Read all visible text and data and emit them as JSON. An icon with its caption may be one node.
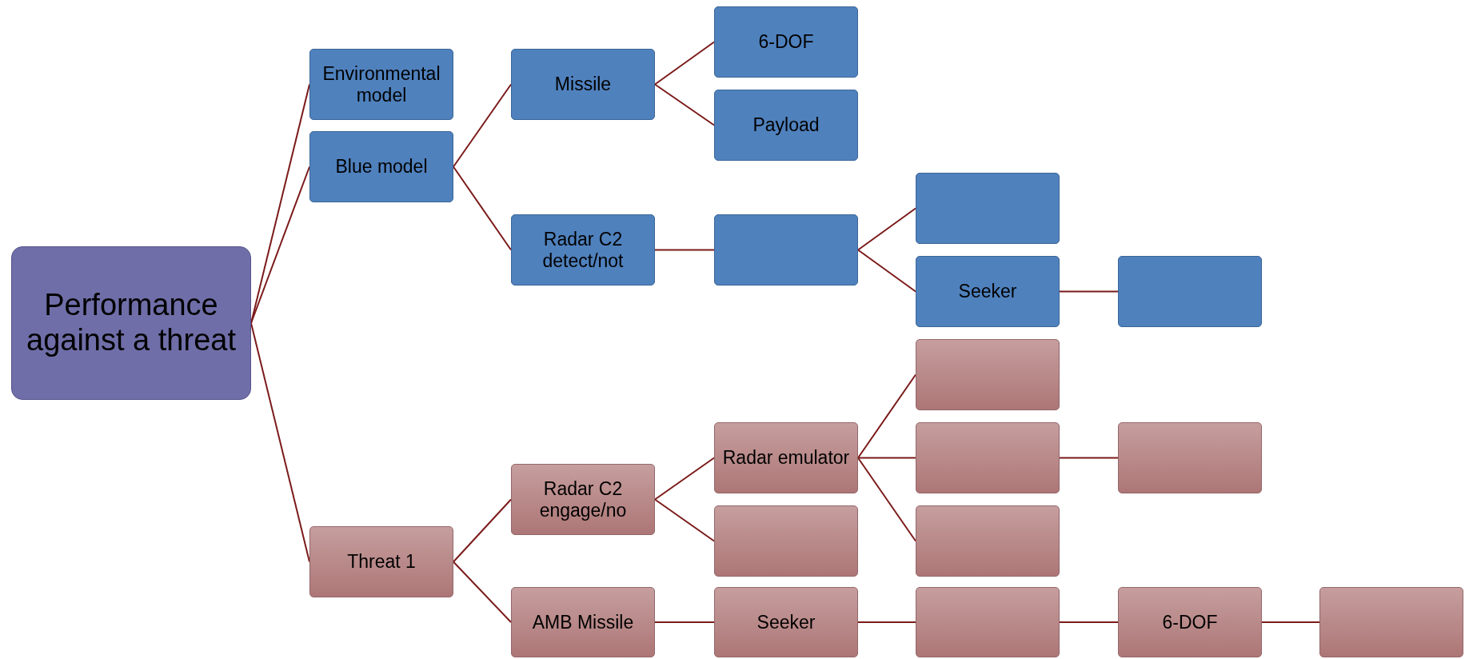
{
  "diagram": {
    "nodes": [
      {
        "text": [
          "Performance against a threat"
        ]
      },
      {
        "text": [
          "Environmental model"
        ]
      },
      {
        "text": [
          "Blue model"
        ]
      },
      {
        "text": [
          "Threat 1"
        ]
      },
      {
        "text": [
          "Missile"
        ]
      },
      {
        "text": [
          "Radar C2 detect/not"
        ]
      },
      {
        "text": [
          "6-DOF"
        ]
      },
      {
        "text": [
          "Payload"
        ]
      },
      {
        "text": [],
        "shape": "box"
      },
      {
        "text": [],
        "shape": "box"
      },
      {
        "text": [
          "Seeker"
        ]
      },
      {
        "text": [],
        "shape": "box"
      },
      {
        "text": [
          "Radar C2 engage/no"
        ]
      },
      {
        "text": [
          "AMB Missile"
        ]
      },
      {
        "text": [
          "Radar emulator"
        ]
      },
      {
        "text": [],
        "shape": "box"
      },
      {
        "text": [],
        "shape": "box"
      },
      {
        "text": [],
        "shape": "box"
      },
      {
        "text": [],
        "shape": "box"
      },
      {
        "text": [],
        "shape": "box"
      },
      {
        "text": [
          "Seeker"
        ]
      },
      {
        "text": [],
        "shape": "box"
      },
      {
        "text": [
          "6-DOF"
        ]
      },
      {
        "text": [],
        "shape": "box"
      }
    ],
    "edges": [
      {
        "from": 0,
        "to": 1,
        "arrow": "none"
      },
      {
        "from": 0,
        "to": 2,
        "arrow": "none"
      },
      {
        "from": 0,
        "to": 3,
        "arrow": "none"
      },
      {
        "from": 2,
        "to": 4,
        "arrow": "none"
      },
      {
        "from": 2,
        "to": 5,
        "arrow": "none"
      },
      {
        "from": 4,
        "to": 6,
        "arrow": "none"
      },
      {
        "from": 4,
        "to": 7,
        "arrow": "none"
      },
      {
        "from": 5,
        "to": 8,
        "arrow": "none"
      },
      {
        "from": 8,
        "to": 9,
        "arrow": "none"
      },
      {
        "from": 8,
        "to": 10,
        "arrow": "none"
      },
      {
        "from": 10,
        "to": 11,
        "arrow": "none"
      },
      {
        "from": 3,
        "to": 12,
        "arrow": "none"
      },
      {
        "from": 3,
        "to": 13,
        "arrow": "none"
      },
      {
        "from": 12,
        "to": 14,
        "arrow": "none"
      },
      {
        "from": 12,
        "to": 15,
        "arrow": "none"
      },
      {
        "from": 14,
        "to": 16,
        "arrow": "none"
      },
      {
        "from": 14,
        "to": 17,
        "arrow": "none"
      },
      {
        "from": 14,
        "to": 18,
        "arrow": "none"
      },
      {
        "from": 17,
        "to": 19,
        "arrow": "none"
      },
      {
        "from": 13,
        "to": 20,
        "arrow": "none"
      },
      {
        "from": 20,
        "to": 21,
        "arrow": "none"
      },
      {
        "from": 21,
        "to": 22,
        "arrow": "none"
      },
      {
        "from": 22,
        "to": 23,
        "arrow": "none"
      }
    ]
  }
}
